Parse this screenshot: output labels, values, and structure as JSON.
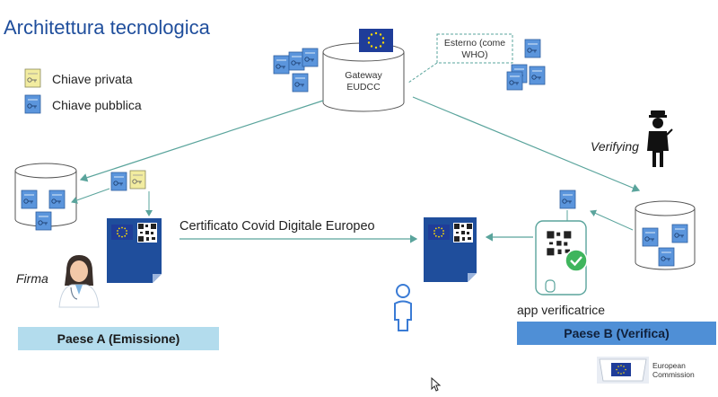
{
  "slide": {
    "title": "Architettura tecnologica"
  },
  "legend": {
    "private_key": "Chiave privata",
    "public_key": "Chiave pubblica"
  },
  "nodes": {
    "gateway": "Gateway EUDCC",
    "external": "Esterno (come WHO)",
    "verifying": "Verifying",
    "firma": "Firma",
    "app": "app verificatrice",
    "certificate": "Certificato Covid Digitale Europeo"
  },
  "countries": {
    "a": "Paese A (Emissione)",
    "b": "Paese B (Verifica)"
  },
  "footer": {
    "logo": "European Commission"
  },
  "colors": {
    "title": "#1f4e9c",
    "public_key": "#5b95dc",
    "private_key": "#f2eca0",
    "certificate": "#1f4e9c",
    "arrow": "#5aa49c",
    "country_a": "#b3dced",
    "country_b": "#4f8fd6",
    "check": "#3fb55d"
  }
}
